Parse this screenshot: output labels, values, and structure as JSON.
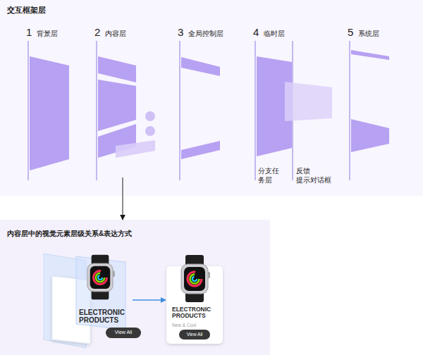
{
  "diagram": {
    "nodes": [
      {
        "text": [
          "交互框架层"
        ]
      },
      {
        "text": [
          "内容层中的视觉元素层级关系&表达方式"
        ]
      },
      {
        "text": [
          "ELECTRONIC PRODUCTS"
        ],
        "in": 1
      },
      {
        "text": [
          "View All"
        ],
        "in": 2
      },
      {
        "text": [
          "ELECTRONIC PRODUCTS",
          "New & Cool"
        ],
        "in": 1
      },
      {
        "text": [
          "View All"
        ],
        "in": 4
      }
    ],
    "edges": [
      {
        "from": 0,
        "to": 1,
        "arrow": "to"
      },
      {
        "from": 2,
        "to": 4,
        "arrow": "to"
      }
    ],
    "labels": [
      "1",
      "背景层",
      "2",
      "内容层",
      "3",
      "全局控制层",
      "4",
      "临时层",
      "5",
      "系统层",
      "分支任 务层",
      "反馈 提示对话框"
    ]
  }
}
